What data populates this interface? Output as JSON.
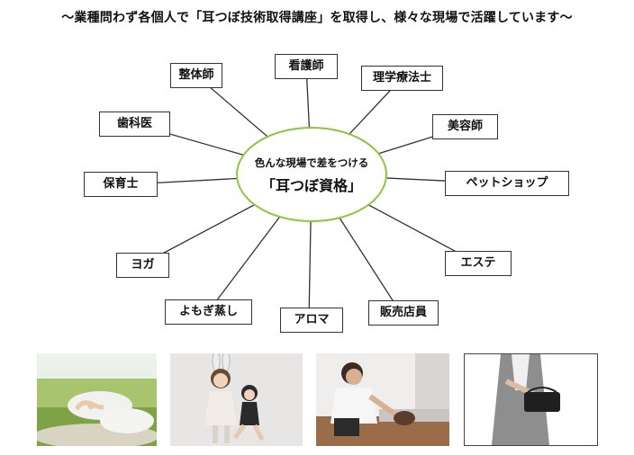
{
  "headline": "〜業種問わず各個人で「耳つぼ技術取得講座」を取得し、様々な現場で活躍しています〜",
  "hub": {
    "line1": "色んな現場で差をつける",
    "line2": "「耳つぼ資格」"
  },
  "occupations": [
    "整体師",
    "看護師",
    "理学療法士",
    "歯科医",
    "美容師",
    "保育士",
    "ペットショップ",
    "ヨガ",
    "エステ",
    "よもぎ蒸し",
    "アロマ",
    "販売店員"
  ],
  "colors": {
    "hub_border": "#8cc63f",
    "node_border": "#333333",
    "spoke": "#333333"
  },
  "photos": [
    "yoga-meditation-photo",
    "children-costume-photo",
    "ear-treatment-photo",
    "salesperson-photo"
  ]
}
